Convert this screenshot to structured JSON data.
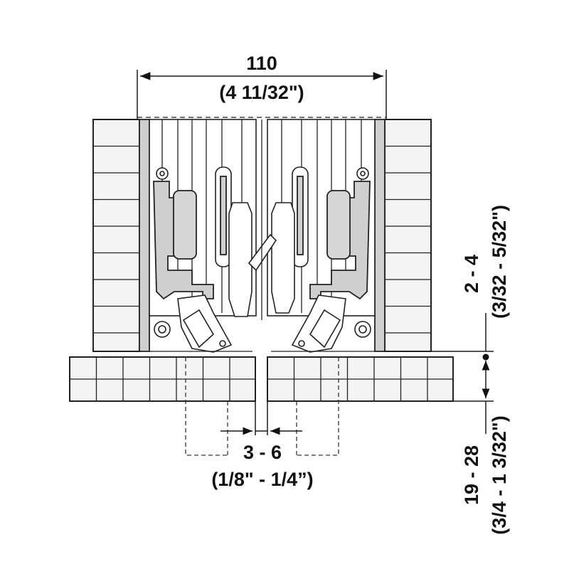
{
  "diagram": {
    "top_dimension": {
      "value": "110",
      "imperial": "(4 11/32\")"
    },
    "gap_dimension": {
      "value": "3 - 6",
      "imperial": "(1/8\" - 1/4”)"
    },
    "side_dimension_upper": {
      "value": "2 - 4",
      "imperial": "(3/32 - 5/32\")"
    },
    "side_dimension_lower": {
      "value": "19 - 28",
      "imperial": "(3/4 - 1 3/32\")"
    }
  }
}
